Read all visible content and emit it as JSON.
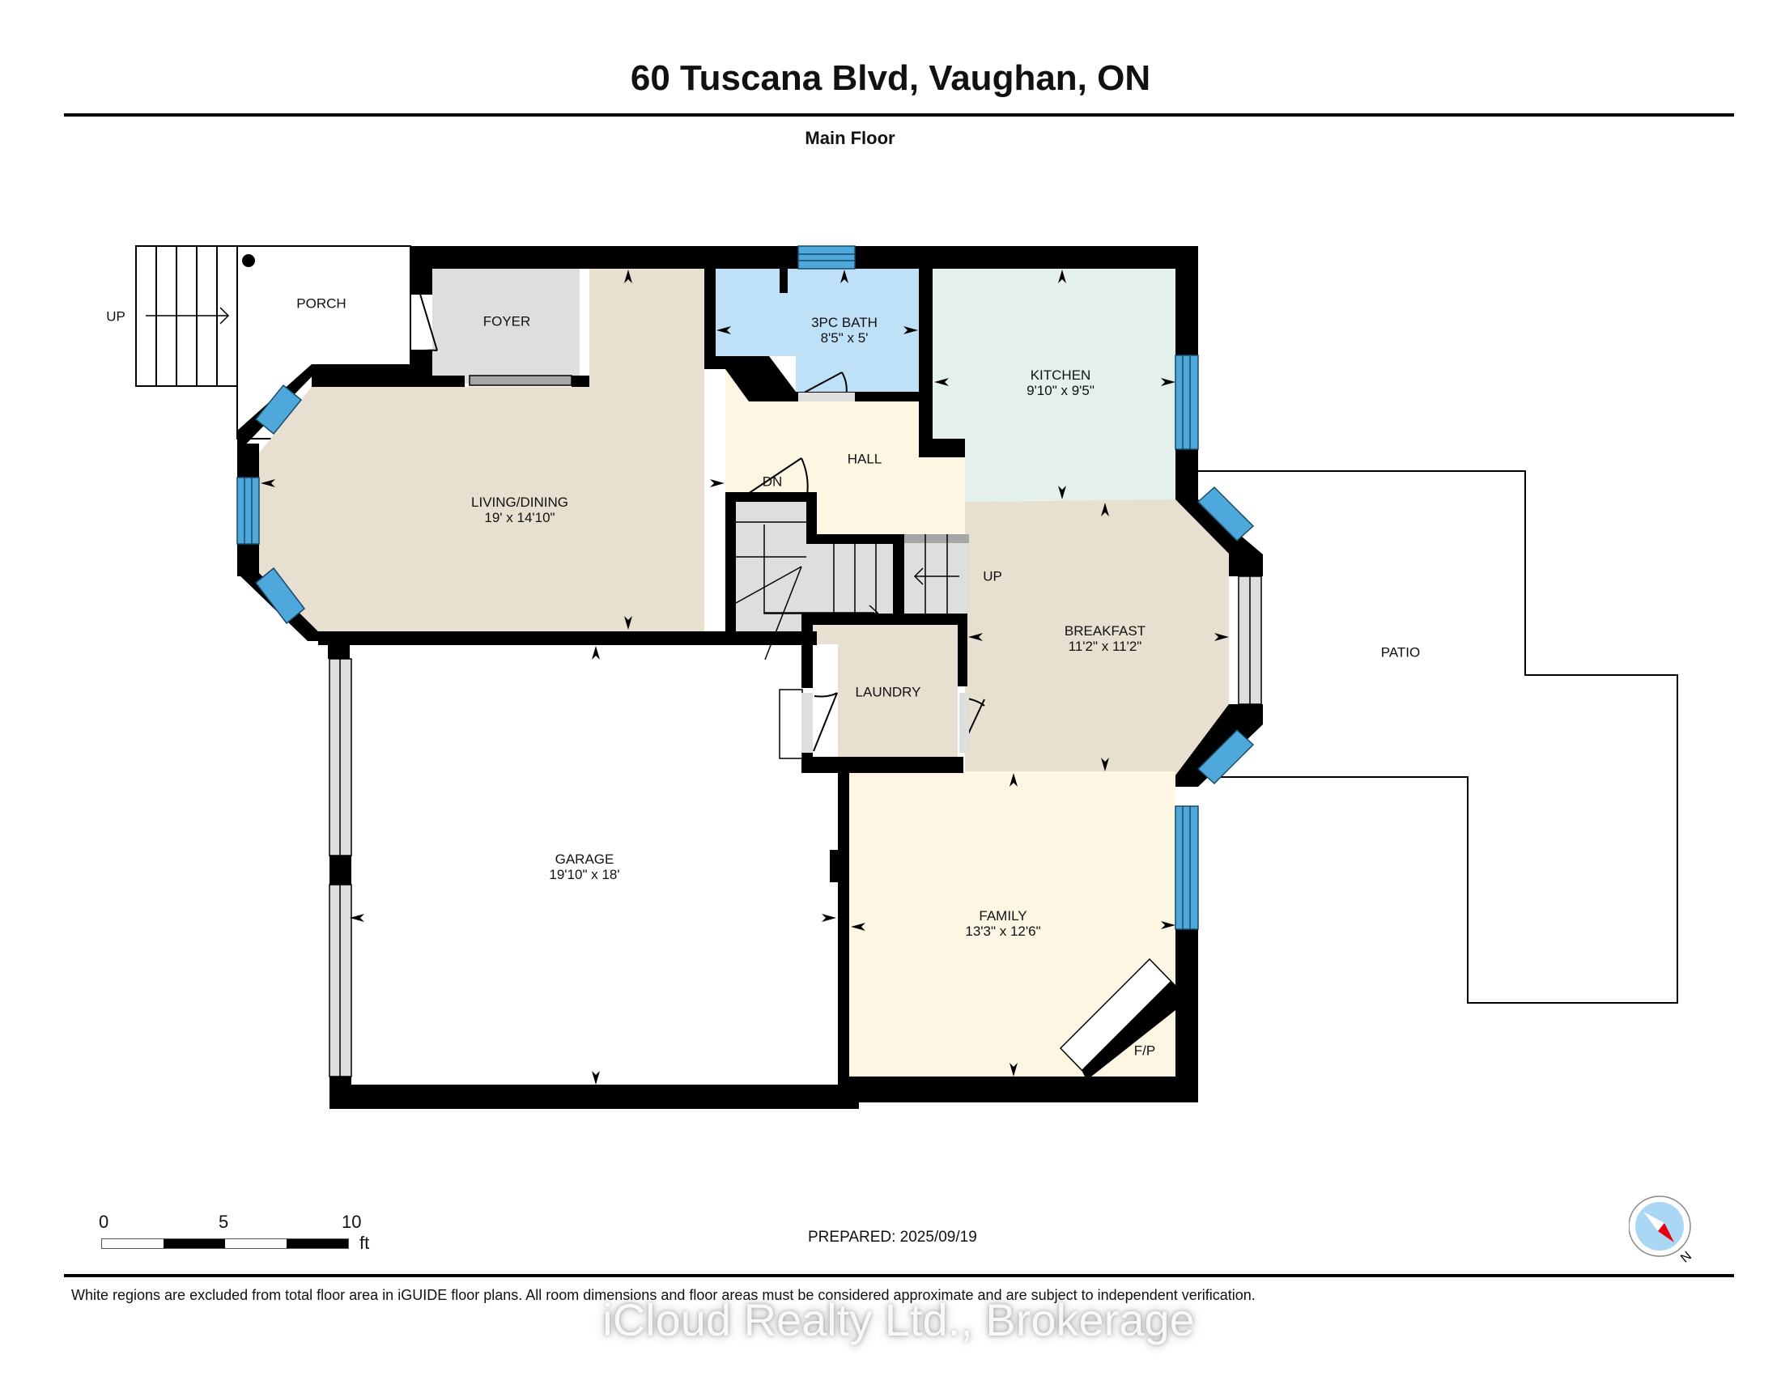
{
  "header": {
    "title": "60 Tuscana Blvd, Vaughan, ON",
    "floor_label": "Main Floor"
  },
  "rooms": [
    {
      "name": "PORCH",
      "dims": ""
    },
    {
      "name": "FOYER",
      "dims": ""
    },
    {
      "name": "3PC BATH",
      "dims": "8'5\" x 5'"
    },
    {
      "name": "KITCHEN",
      "dims": "9'10\" x 9'5\""
    },
    {
      "name": "HALL",
      "dims": ""
    },
    {
      "name": "LIVING/DINING",
      "dims": "19' x 14'10\""
    },
    {
      "name": "BREAKFAST",
      "dims": "11'2\" x 11'2\""
    },
    {
      "name": "LAUNDRY",
      "dims": ""
    },
    {
      "name": "GARAGE",
      "dims": "19'10\" x 18'"
    },
    {
      "name": "FAMILY",
      "dims": "13'3\" x 12'6\""
    },
    {
      "name": "PATIO",
      "dims": ""
    }
  ],
  "annotations": {
    "stairs_up_outside": "UP",
    "stairs_down": "DN",
    "stairs_up_inside": "UP",
    "fireplace": "F/P"
  },
  "scale_bar": {
    "ticks": [
      "0",
      "5",
      "10"
    ],
    "unit": "ft"
  },
  "compass": {
    "icon": "compass-icon",
    "north_label": "N"
  },
  "footer": {
    "prepared": "PREPARED: 2025/09/19",
    "disclaimer": "White regions are excluded from total floor area in iGUIDE floor plans. All room dimensions and floor areas must be considered approximate and are subject to independent verification.",
    "watermark": "iCloud Realty Ltd., Brokerage"
  },
  "colors": {
    "wall": "#000000",
    "window": "#4fa8dc",
    "living_breakfast_laundry": "#e7dfcf",
    "hall_family": "#fcf6e3",
    "kitchen": "#e4f1ea",
    "bath": "#bfe1f8",
    "foyer_stairs": "#dedede",
    "compass_face": "#a9d7f4",
    "compass_needle": "#e8000b"
  }
}
